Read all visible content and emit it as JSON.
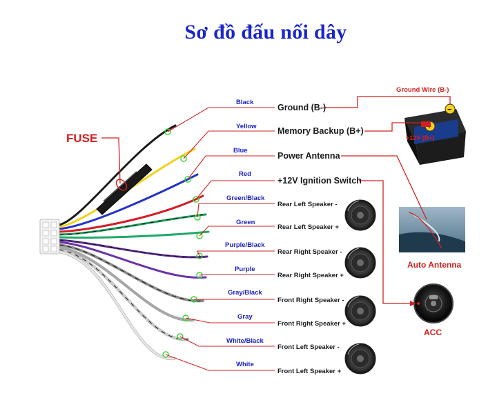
{
  "title": "Sơ đồ đấu nối dây",
  "fuse_label": "FUSE",
  "ground_wire_label": "Ground Wire (B-)",
  "battery_label": "+12V (B+)",
  "auto_antenna_label": "Auto Antenna",
  "acc_label": "ACC",
  "wires": [
    {
      "color_name": "Black",
      "function": "Ground (B-)",
      "color": "#1a1a1a"
    },
    {
      "color_name": "Yellow",
      "function": "Memory Backup (B+)",
      "color": "#f2d21a"
    },
    {
      "color_name": "Blue",
      "function": "Power Antenna",
      "color": "#2233c8"
    },
    {
      "color_name": "Red",
      "function": "+12V Ignition Switch",
      "color": "#d41c28"
    },
    {
      "color_name": "Green/Black",
      "function": "Rear Left Speaker -",
      "color": "#1d9a5a"
    },
    {
      "color_name": "Green",
      "function": "Rear Left Speaker +",
      "color": "#22a86a"
    },
    {
      "color_name": "Purple/Black",
      "function": "Rear Right Speaker -",
      "color": "#5b2a8c"
    },
    {
      "color_name": "Purple",
      "function": "Rear Right Speaker +",
      "color": "#6a32a8"
    },
    {
      "color_name": "Gray/Black",
      "function": "Front Right Speaker -",
      "color": "#8a8a8a"
    },
    {
      "color_name": "Gray",
      "function": "Front Right Speaker +",
      "color": "#a8a8a8"
    },
    {
      "color_name": "White/Black",
      "function": "Front Left Speaker -",
      "color": "#d0d0d0"
    },
    {
      "color_name": "White",
      "function": "Front Left Speaker +",
      "color": "#e6e6e6"
    }
  ]
}
